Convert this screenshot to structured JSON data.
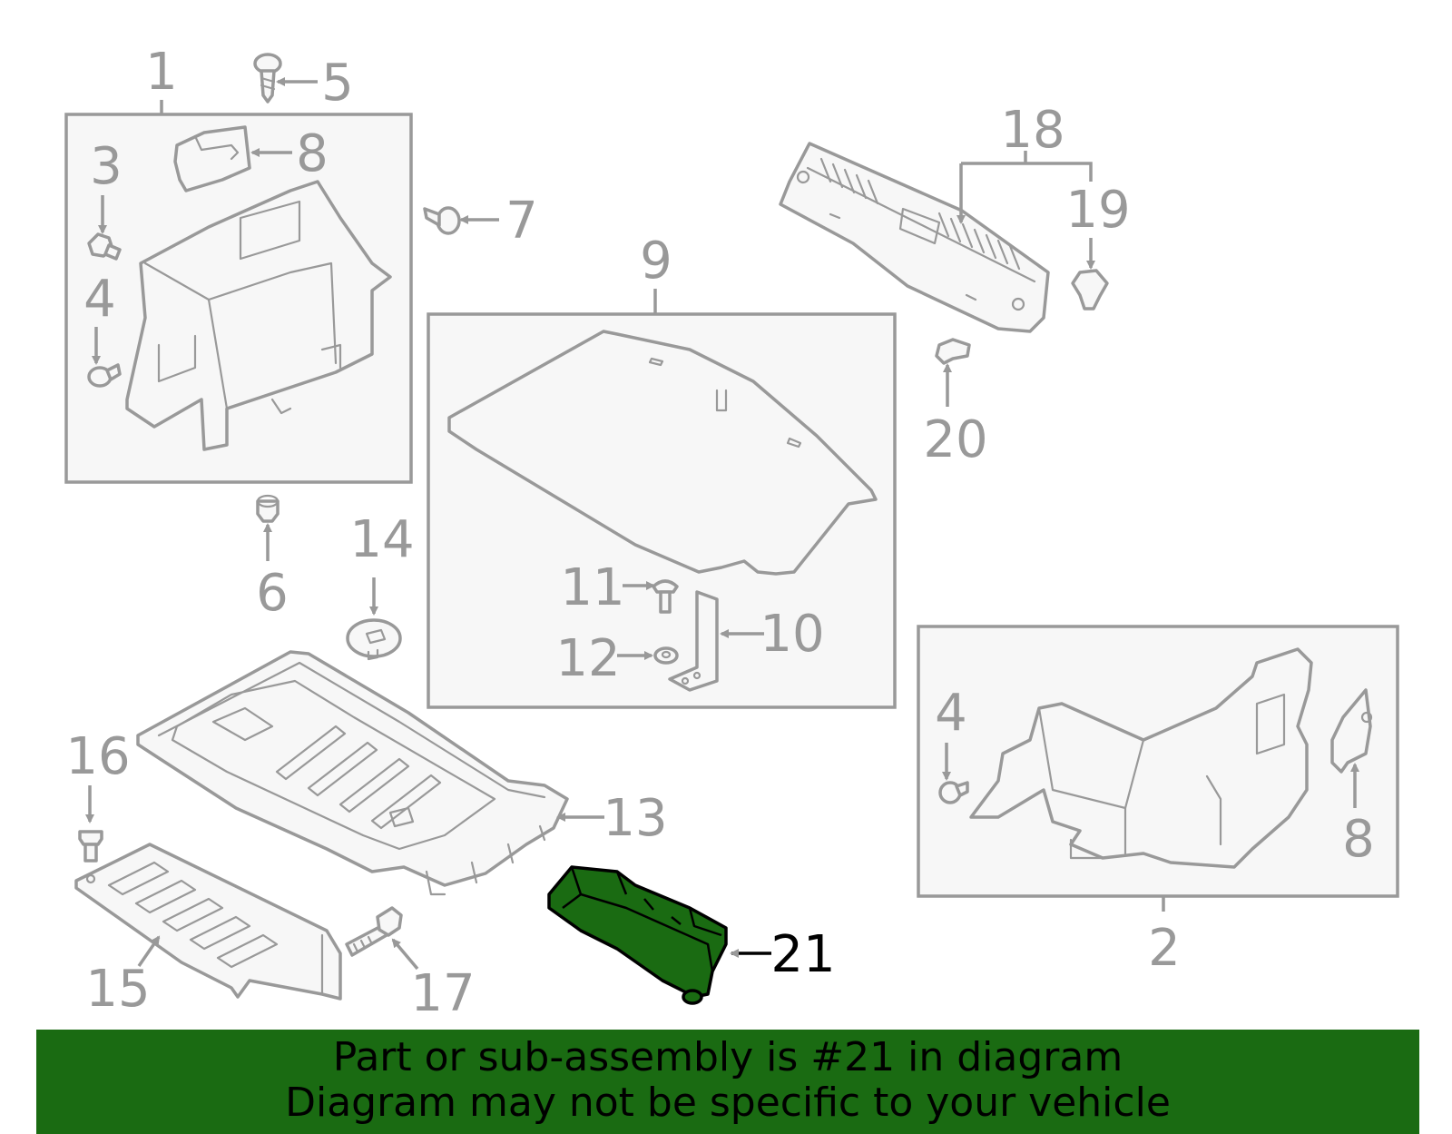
{
  "callouts": {
    "n1": "1",
    "n2": "2",
    "n3": "3",
    "n4a": "4",
    "n4b": "4",
    "n5": "5",
    "n6": "6",
    "n7": "7",
    "n8a": "8",
    "n8b": "8",
    "n9": "9",
    "n10": "10",
    "n11": "11",
    "n12": "12",
    "n13": "13",
    "n14": "14",
    "n15": "15",
    "n16": "16",
    "n17": "17",
    "n18": "18",
    "n19": "19",
    "n20": "20",
    "n21": "21"
  },
  "highlighted_part": "21",
  "colors": {
    "highlight": "#1a6b12",
    "line": "#999999",
    "box_fill": "#f7f7f7",
    "banner": "#1a6b12"
  },
  "banner": {
    "line1": "Part or sub-assembly is #21 in diagram",
    "line2": "Diagram may not be specific to your vehicle"
  }
}
